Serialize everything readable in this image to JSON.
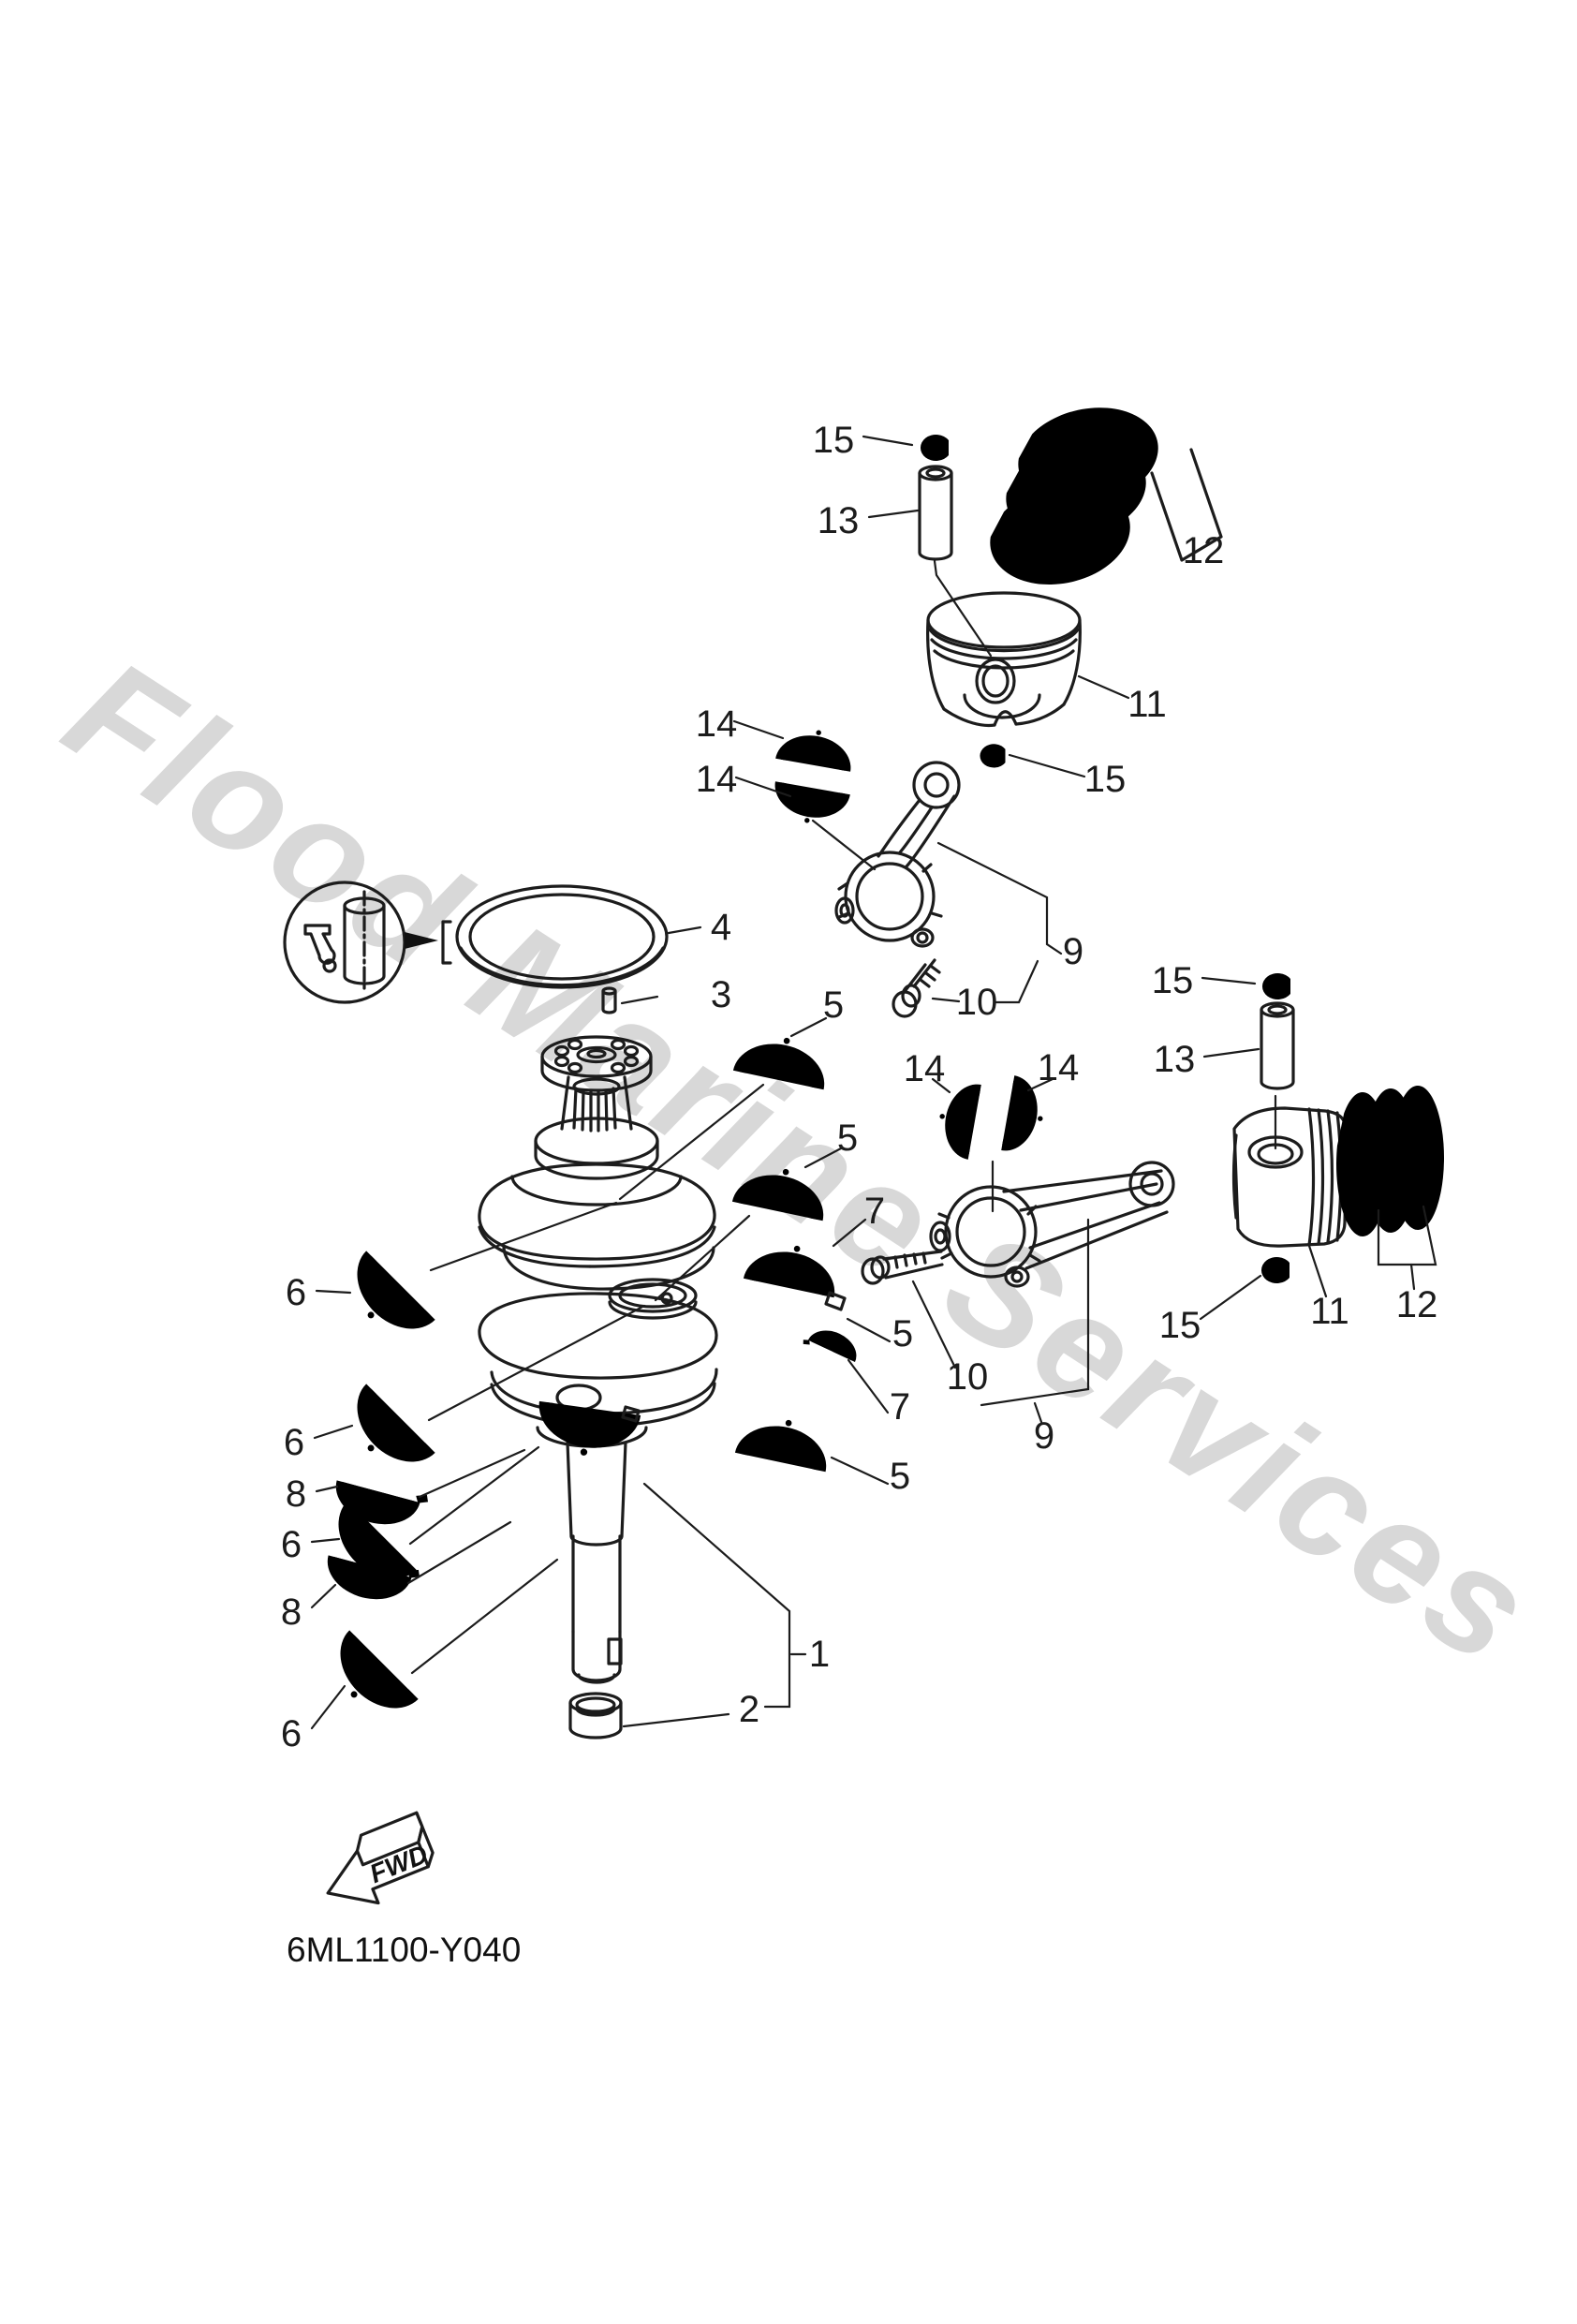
{
  "watermark": "Flood Marine Services",
  "drawing_code": "6ML1100-Y040",
  "fwd_label": "FWD",
  "colors": {
    "line": "#1c1c1c",
    "watermark": "#d8d8d8",
    "background": "#ffffff"
  },
  "diagram": {
    "type": "exploded-parts-diagram",
    "subject": "crankshaft and piston assembly"
  },
  "callouts": [
    {
      "label": "15"
    },
    {
      "label": "13"
    },
    {
      "label": "12"
    },
    {
      "label": "11"
    },
    {
      "label": "14"
    },
    {
      "label": "14"
    },
    {
      "label": "15"
    },
    {
      "label": "4"
    },
    {
      "label": "9"
    },
    {
      "label": "15"
    },
    {
      "label": "10"
    },
    {
      "label": "3"
    },
    {
      "label": "5"
    },
    {
      "label": "13"
    },
    {
      "label": "14"
    },
    {
      "label": "14"
    },
    {
      "label": "5"
    },
    {
      "label": "7"
    },
    {
      "label": "6"
    },
    {
      "label": "12"
    },
    {
      "label": "11"
    },
    {
      "label": "5"
    },
    {
      "label": "15"
    },
    {
      "label": "10"
    },
    {
      "label": "7"
    },
    {
      "label": "9"
    },
    {
      "label": "6"
    },
    {
      "label": "5"
    },
    {
      "label": "8"
    },
    {
      "label": "6"
    },
    {
      "label": "8"
    },
    {
      "label": "1"
    },
    {
      "label": "2"
    },
    {
      "label": "6"
    }
  ]
}
